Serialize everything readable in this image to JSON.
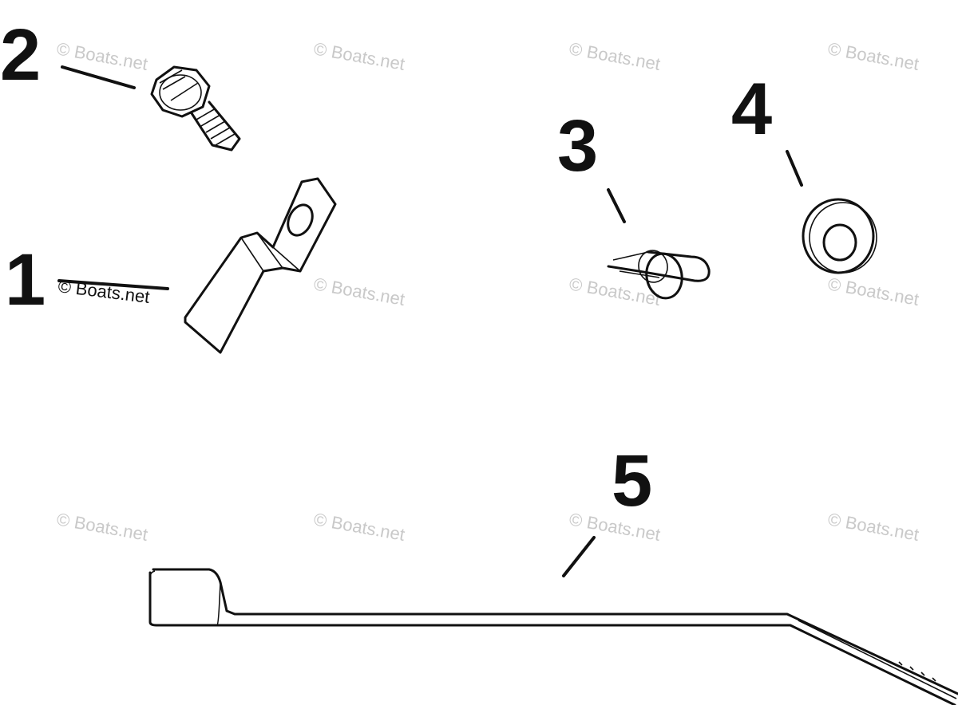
{
  "watermark": "© Boats.net",
  "parts": [
    {
      "number": "1",
      "icon": "bracket-tab-icon"
    },
    {
      "number": "2",
      "icon": "hex-screw-icon"
    },
    {
      "number": "3",
      "icon": "spring-clip-icon"
    },
    {
      "number": "4",
      "icon": "flat-washer-icon"
    },
    {
      "number": "5",
      "icon": "lever-rod-icon"
    }
  ],
  "colors": {
    "line": "#111111",
    "watermark": "#c9c9c9",
    "background": "#ffffff"
  }
}
